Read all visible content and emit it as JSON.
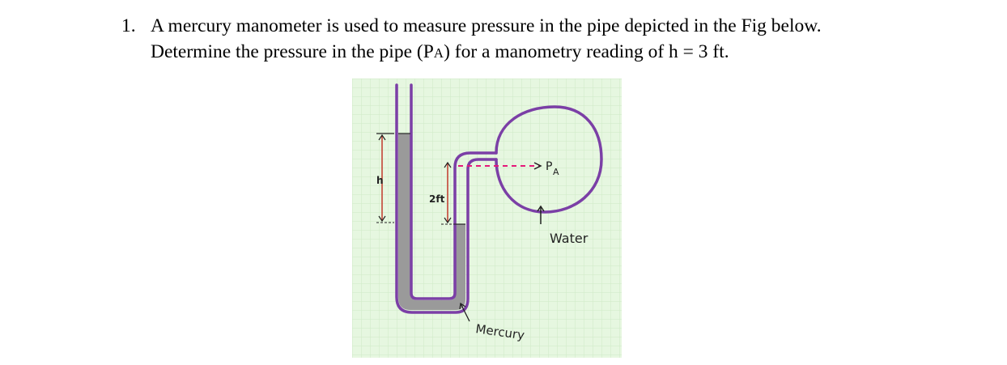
{
  "problem": {
    "number": "1.",
    "line1": "A mercury manometer is used to measure pressure in the pipe depicted in the Fig below.",
    "line2_pre": "Determine the pressure in the pipe (P",
    "line2_sub": "A",
    "line2_post": ") for a manometry reading of h = 3 ft."
  },
  "figure": {
    "labels": {
      "h": "h",
      "two_ft": "2ft",
      "pa_p": "P",
      "pa_sub": "A",
      "water": "Water",
      "mercury": "Mercury"
    },
    "colors": {
      "grid_background": "#e6f7e0",
      "grid_lines": "#cfeac6",
      "tube_outline": "#7b3fa6",
      "mercury_fill": "#9a9a9a",
      "dimension_red": "#c0392b",
      "dashed_pink": "#e5197a",
      "ink": "#222222"
    }
  }
}
